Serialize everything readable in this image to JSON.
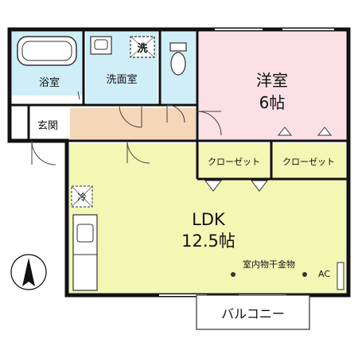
{
  "rooms": {
    "bath": "浴室",
    "washroom": "洗面室",
    "entrance": "玄関",
    "western_room": {
      "name": "洋室",
      "size": "6帖"
    },
    "closet_left": "クローゼット",
    "closet_right": "クローゼット",
    "ldk": {
      "name": "LDK",
      "size": "12.5帖"
    },
    "balcony": "バルコニー"
  },
  "fixtures": {
    "washer": "洗",
    "fridge": "冷",
    "indoor_dryer": "室内物干金物",
    "ac": "AC"
  },
  "colors": {
    "bath": "#cfeef8",
    "washroom": "#cfeef8",
    "toilet": "#cfeef8",
    "hall": "#f6d6b8",
    "western_room": "#fbe1e5",
    "closet": "#f0a640",
    "ldk": "#f2f7b4",
    "wall": "#111111",
    "entrance": "#ffffff"
  }
}
